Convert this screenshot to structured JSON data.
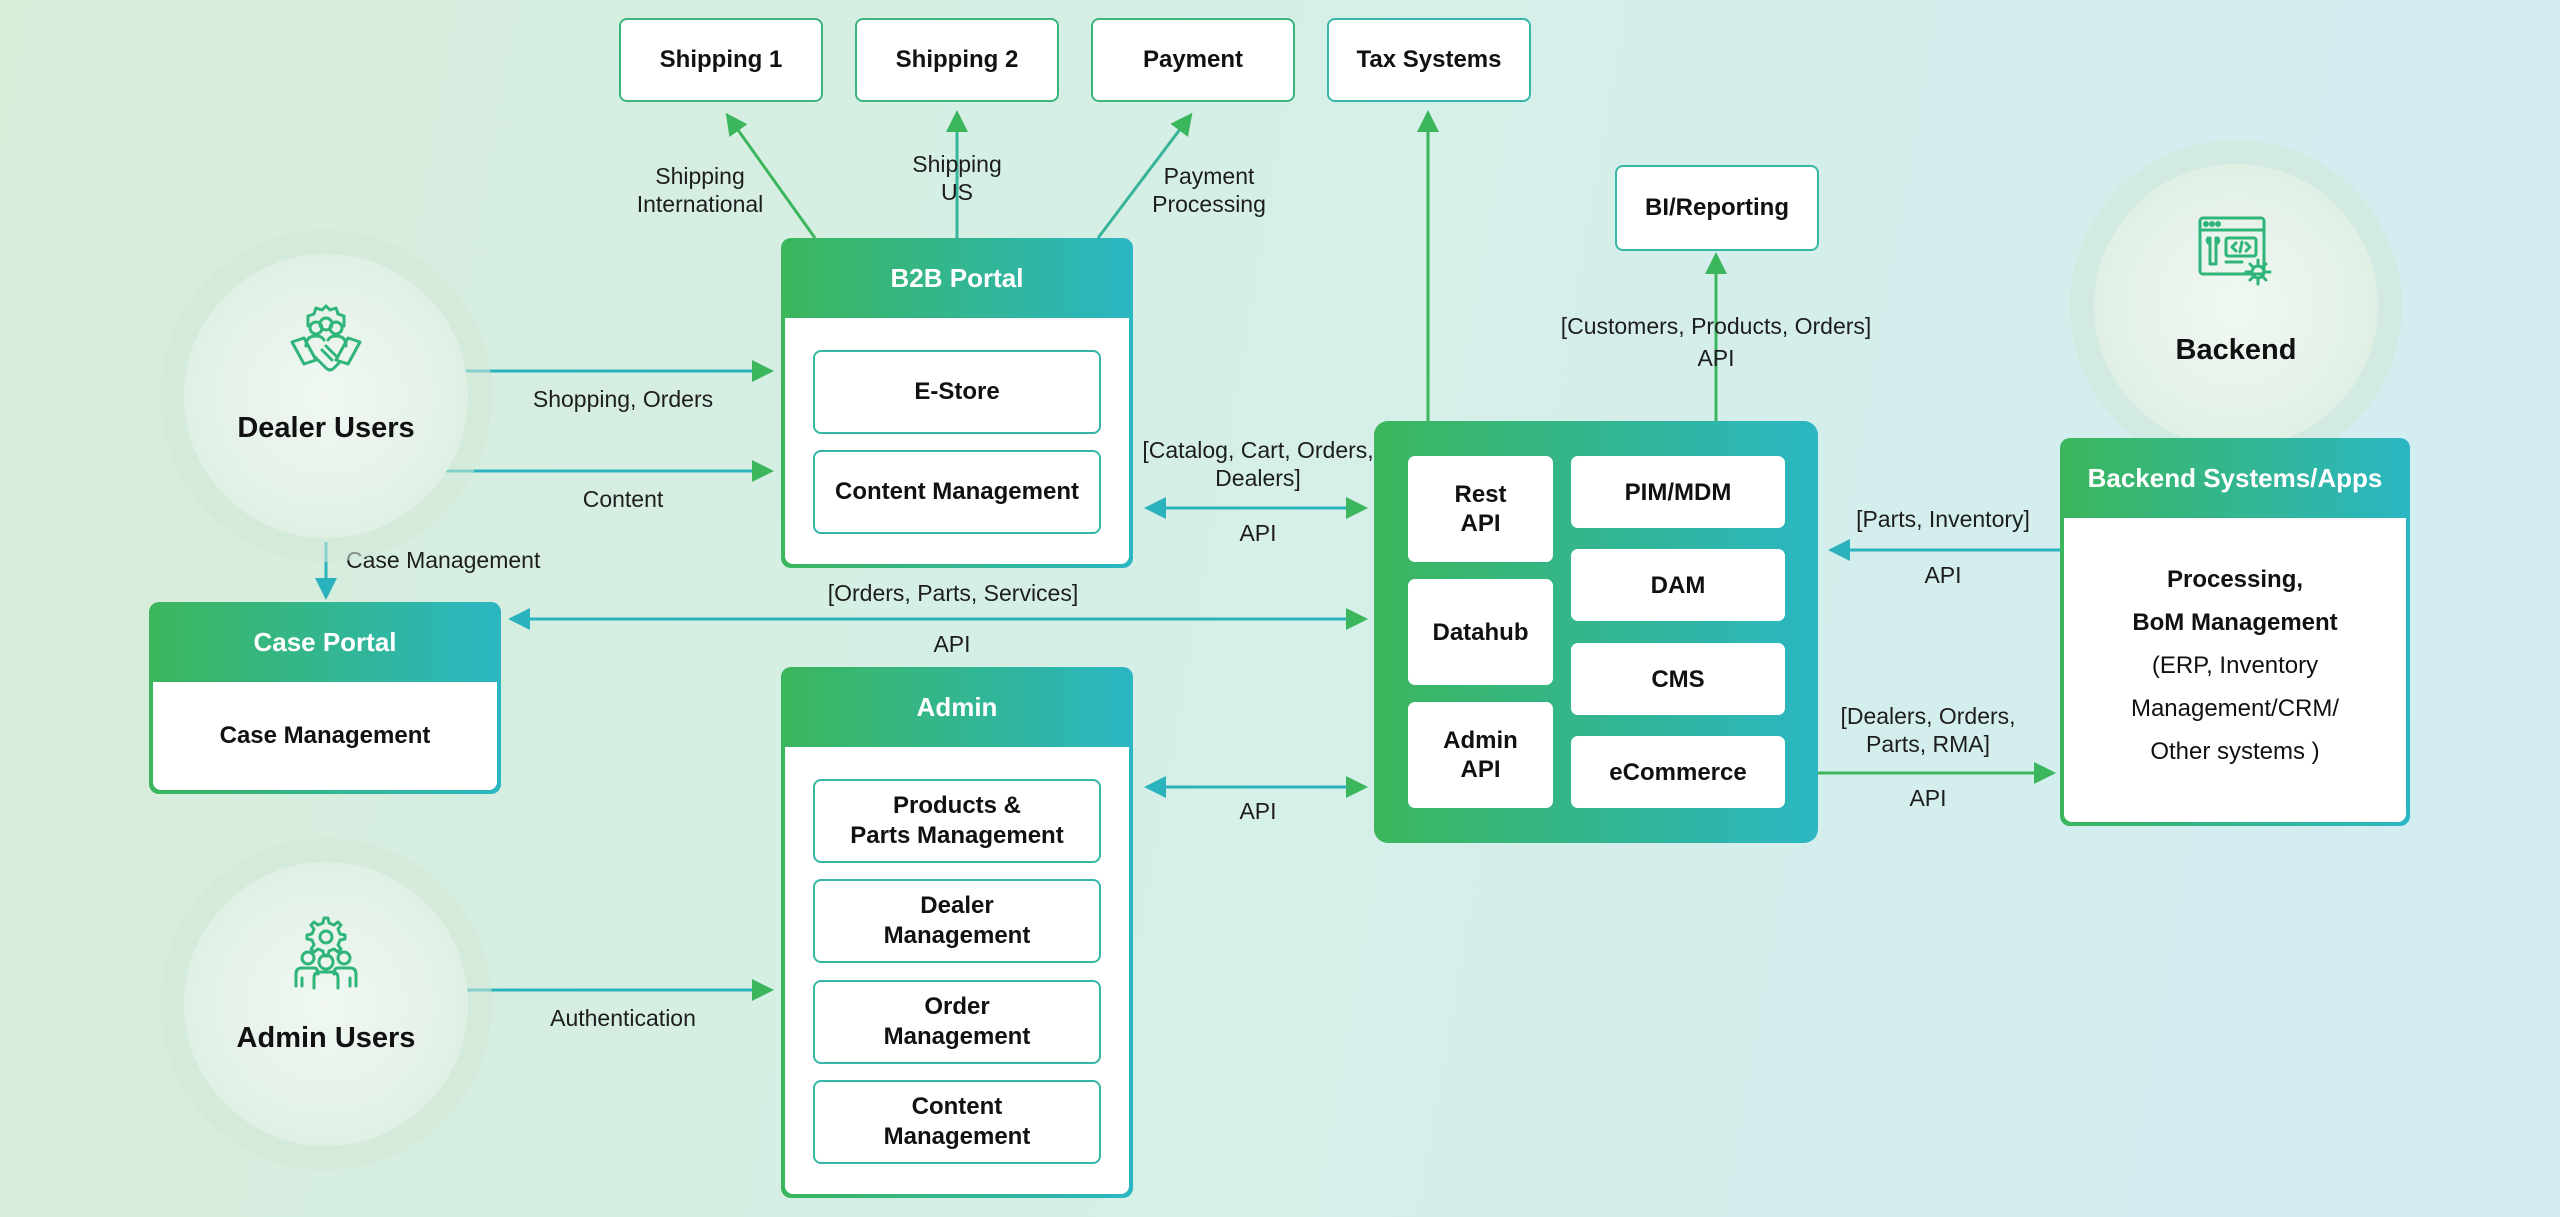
{
  "external_systems": {
    "shipping1": "Shipping 1",
    "shipping2": "Shipping 2",
    "payment": "Payment",
    "tax": "Tax Systems",
    "bi": "BI/Reporting"
  },
  "flows": {
    "shipping_international": "Shipping\nInternational",
    "shipping_us": "Shipping\nUS",
    "payment_processing": "Payment\nProcessing",
    "bi_data": "[Customers, Products,  Orders]",
    "bi_api": "API",
    "shopping_orders": "Shopping, Orders",
    "content": "Content",
    "case_management": "Case Management",
    "catalog": "[Catalog, Cart, Orders,\nDealers]",
    "catalog_api": "API",
    "orders_parts": "[Orders, Parts, Services]",
    "orders_parts_api": "API",
    "admin_api": "API",
    "parts_inventory": "[Parts, Inventory]",
    "parts_inventory_api": "API",
    "dealers_orders": "[Dealers, Orders,\nParts, RMA]",
    "dealers_orders_api": "API",
    "authentication": "Authentication"
  },
  "users": {
    "dealer": "Dealer Users",
    "admin": "Admin Users",
    "backend": "Backend"
  },
  "b2b_portal": {
    "title": "B2B Portal",
    "items": [
      "E-Store",
      "Content Management"
    ]
  },
  "case_portal": {
    "title": "Case Portal",
    "body": "Case Management"
  },
  "admin_portal": {
    "title": "Admin",
    "items": [
      "Products &\nParts Management",
      "Dealer\nManagement",
      "Order\nManagement",
      "Content\nManagement"
    ]
  },
  "platform": {
    "left": [
      "Rest\nAPI",
      "Datahub",
      "Admin\nAPI"
    ],
    "right": [
      "PIM/MDM",
      "DAM",
      "CMS",
      "eCommerce"
    ]
  },
  "backend_systems": {
    "title": "Backend Systems/Apps",
    "line1": "Processing,",
    "line2": "BoM Management",
    "line3": "(ERP, Inventory",
    "line4": "Management/CRM/",
    "line5": "Other systems )"
  },
  "colors": {
    "green": "#3bb65c",
    "teal": "#2bb6c3",
    "arrow_green": "#3bb65c",
    "arrow_teal": "#2bb3bd"
  },
  "icons": {
    "dealer": "handshake-people-icon",
    "admin": "gear-people-icon",
    "backend": "code-browser-gear-icon"
  }
}
